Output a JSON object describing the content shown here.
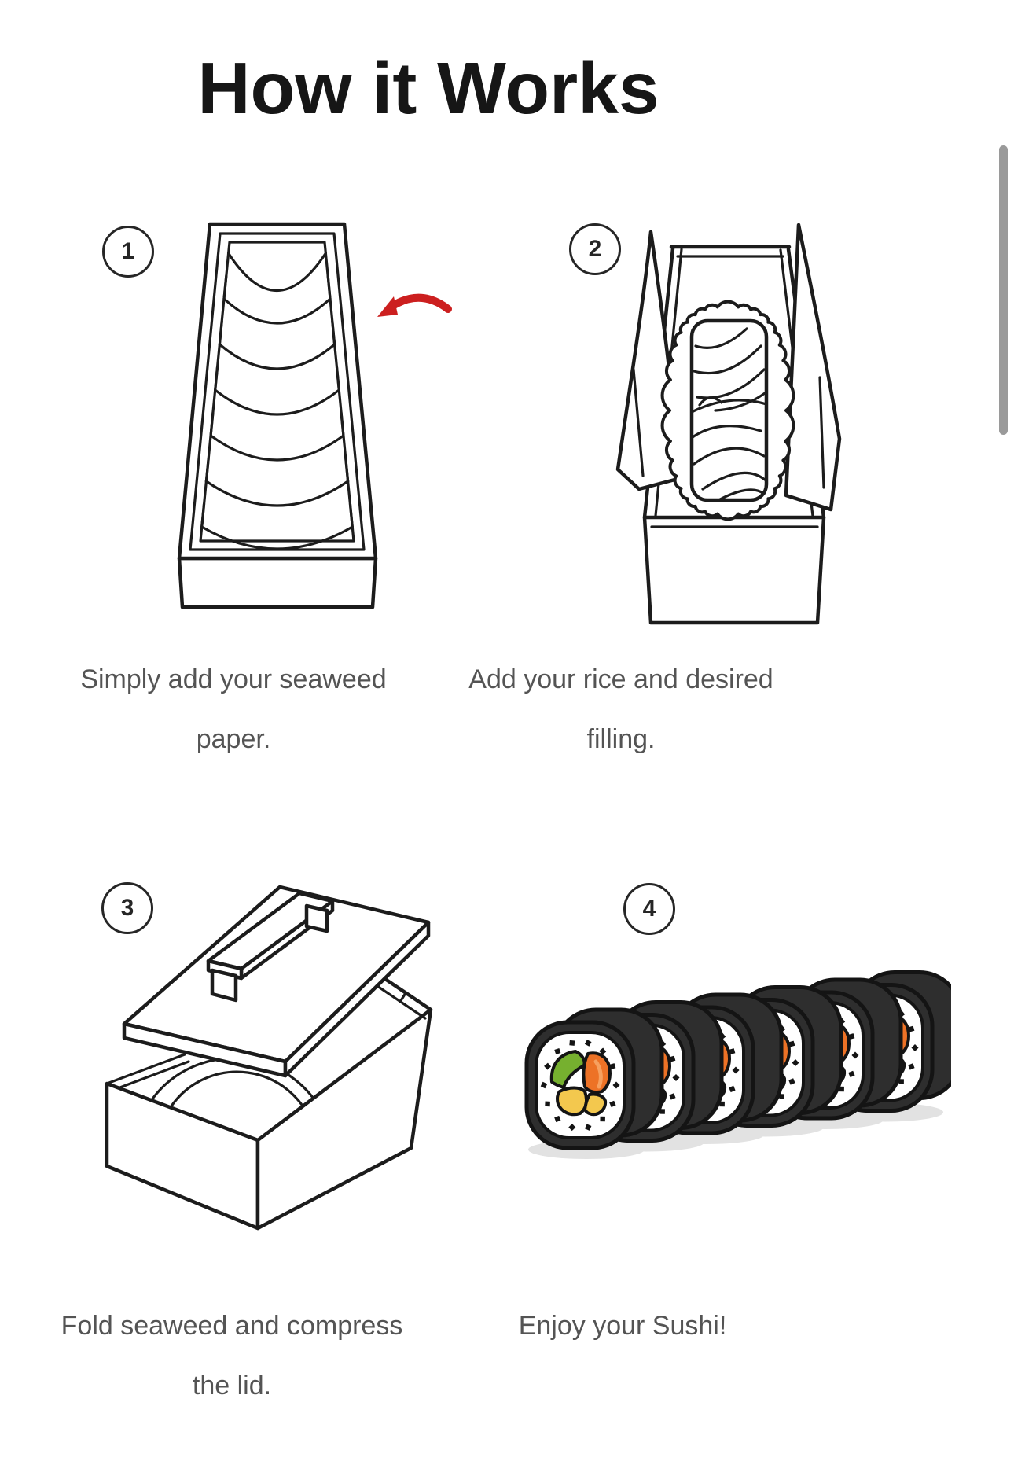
{
  "page": {
    "title": "How it Works"
  },
  "steps": [
    {
      "number": "1",
      "caption": "Simply add your seaweed paper.",
      "illustration": "open-mold-with-seaweed-sheets",
      "icon": "curved-arrow-left-icon"
    },
    {
      "number": "2",
      "caption": "Add your rice and desired filling.",
      "illustration": "mold-with-seaweed-flaps-rice-and-salmon-filling"
    },
    {
      "number": "3",
      "caption": "Fold seaweed and compress the lid.",
      "illustration": "mold-closed-with-press-lid-and-handle"
    },
    {
      "number": "4",
      "caption": "Enjoy your Sushi!",
      "illustration": "row-of-six-sushi-roll-slices"
    }
  ],
  "colors": {
    "title_black": "#161616",
    "caption_gray": "#545454",
    "line_black": "#1c1c1c",
    "arrow_red": "#cc1f1f",
    "nori_dark": "#2e2e2e",
    "rice_white": "#ffffff",
    "salmon_orange": "#ed7226",
    "salmon_streak": "#f6a05f",
    "avocado_green": "#76b02f",
    "egg_yellow": "#f3c84e",
    "shadow_gray": "#e2e2e2",
    "scrollbar_gray": "#9a9a9a"
  }
}
